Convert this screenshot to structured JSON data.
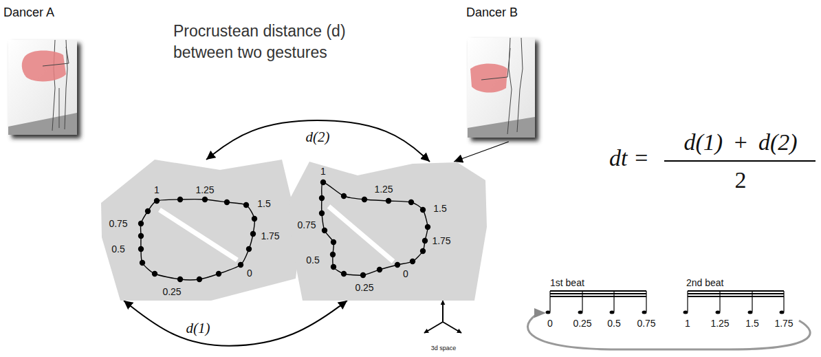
{
  "diagram": {
    "title": "Procrustean distance (d) between two gestures",
    "nodes": [
      {
        "text": [
          "Dancer A"
        ]
      },
      {
        "text": [
          "Dancer B"
        ]
      },
      {
        "text": [
          "0",
          "0.25",
          "0.5",
          "0.75",
          "1",
          "1.25",
          "1.5",
          "1.75"
        ]
      },
      {
        "text": [
          "0",
          "0.25",
          "0.5",
          "0.75",
          "1",
          "1.25",
          "1.5",
          "1.75"
        ]
      }
    ],
    "edges": [
      {
        "from": 2,
        "to": 3,
        "label": "d(1)",
        "arrow": "both"
      },
      {
        "from": 2,
        "to": 3,
        "label": "d(2)",
        "arrow": "both"
      },
      {
        "from": 1,
        "to": 3,
        "arrow": "to"
      }
    ],
    "labels": [
      "dt =",
      "d(1) + d(2)",
      "2",
      "1st beat",
      "2nd beat",
      "0",
      "0.25",
      "0.5",
      "0.75",
      "1",
      "1.25",
      "1.5",
      "1.75",
      "3d space"
    ]
  }
}
